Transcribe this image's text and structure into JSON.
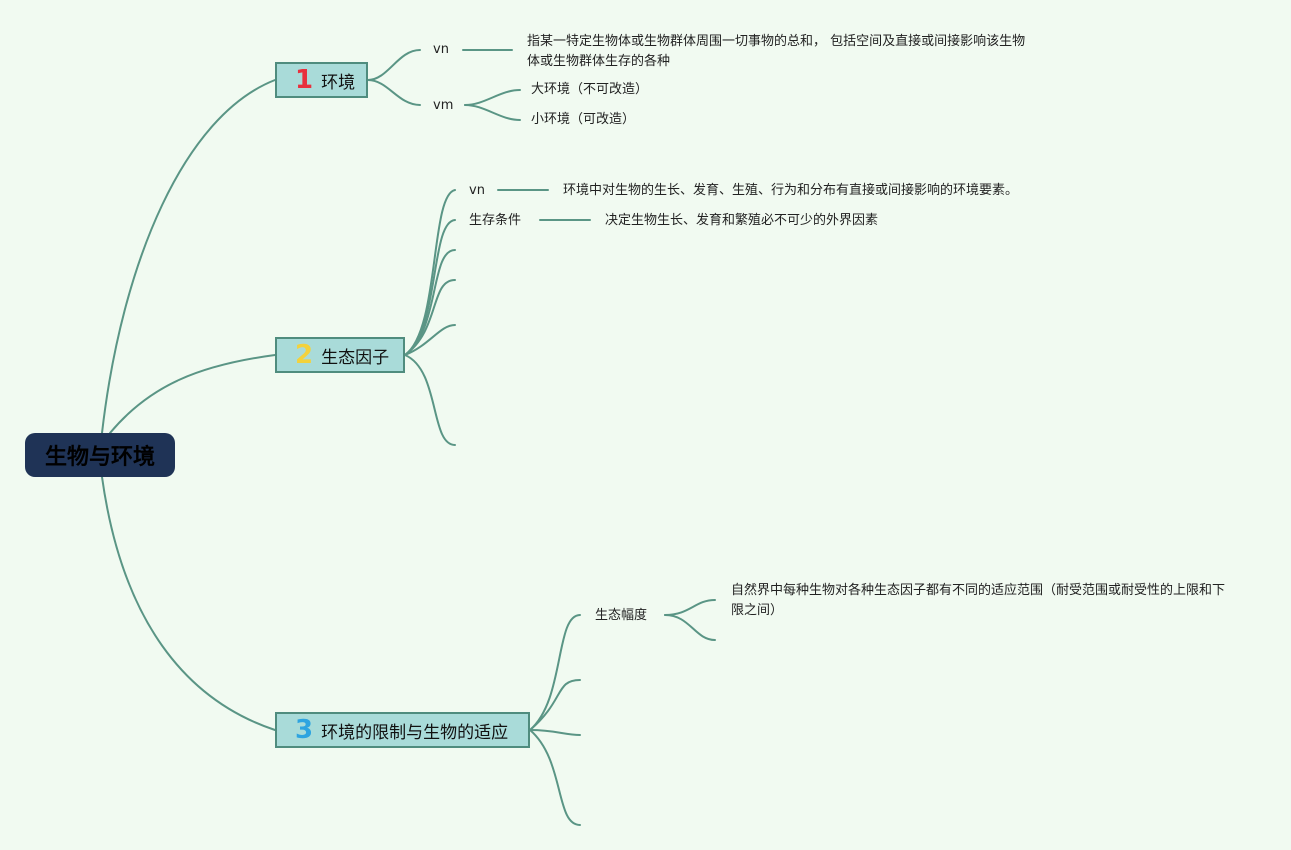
{
  "root": {
    "label": "生物与环境"
  },
  "topics": [
    {
      "number": "1",
      "number_color": "#e8303e",
      "label": "环境",
      "children": [
        {
          "label": "vn",
          "detail": "指某一特定生物体或生物群体周围一切事物的总和， 包括空间及直接或间接影响该生物体或生物群体生存的各种"
        },
        {
          "label": "vm",
          "items": [
            "大环境（不可改造）",
            "小环境（可改造）"
          ]
        }
      ]
    },
    {
      "number": "2",
      "number_color": "#f3d23c",
      "label": "生态因子",
      "children": [
        {
          "label": "vn",
          "detail": "环境中对生物的生长、发育、生殖、行为和分布有直接或间接影响的环境要素。"
        },
        {
          "label": "生存条件",
          "detail": "决定生物生长、发育和繁殖必不可少的外界因素"
        }
      ]
    },
    {
      "number": "3",
      "number_color": "#2ea4e0",
      "label": "环境的限制与生物的适应",
      "children": [
        {
          "label": "生态幅度",
          "detail": "自然界中每种生物对各种生态因子都有不同的适应范围（耐受范围或耐受性的上限和下限之间）"
        }
      ]
    }
  ],
  "colors": {
    "edge": "#5a9585",
    "root_bg": "#1f3356",
    "topic_bg": "#a9dbd9",
    "topic_border": "#4f8c7e",
    "background": "#f1faf1"
  }
}
